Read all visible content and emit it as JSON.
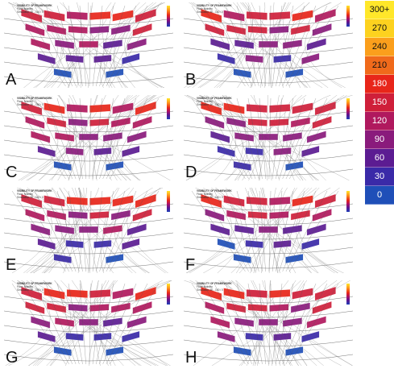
{
  "panels": [
    {
      "letter": "A",
      "header_title": "VISIBILITY OF FRAMEWORK",
      "header_sub1": "Floor: Mobility",
      "header_sub2": "Simulation: 50 - 100 / 0"
    },
    {
      "letter": "B",
      "header_title": "VISIBILITY OF FRAMEWORK",
      "header_sub1": "Floor: Mobility",
      "header_sub2": "Simulation: 50 - 100 / 0"
    },
    {
      "letter": "C",
      "header_title": "VISIBILITY OF FRAMEWORK",
      "header_sub1": "Floor: Mobility",
      "header_sub2": "Simulation: 50 - 100 / 0"
    },
    {
      "letter": "D",
      "header_title": "VISIBILITY OF FRAMEWORK",
      "header_sub1": "Floor: Mobility",
      "header_sub2": "Simulation: 50 - 100 / 0"
    },
    {
      "letter": "E",
      "header_title": "VISIBILITY OF FRAMEWORK",
      "header_sub1": "Floor: Mobility",
      "header_sub2": "Simulation: 50 - 100 / 0"
    },
    {
      "letter": "F",
      "header_title": "VISIBILITY OF FRAMEWORK",
      "header_sub1": "Floor: Mobility",
      "header_sub2": "Simulation: 50 - 100 / 0"
    },
    {
      "letter": "G",
      "header_title": "VISIBILITY OF FRAMEWORK",
      "header_sub1": "Floor: Mobility",
      "header_sub2": "Simulation: 50 - 100 / 0"
    },
    {
      "letter": "H",
      "header_title": "VISIBILITY OF FRAMEWORK",
      "header_sub1": "Floor: Mobility",
      "header_sub2": "Simulation: 50 - 100 / 0"
    }
  ],
  "legend": [
    {
      "label": "300+",
      "color": "#ffe72a",
      "text_color": "#111111"
    },
    {
      "label": "270",
      "color": "#fdd21f",
      "text_color": "#111111"
    },
    {
      "label": "240",
      "color": "#fb9f1c",
      "text_color": "#111111"
    },
    {
      "label": "210",
      "color": "#f06a1b",
      "text_color": "#111111"
    },
    {
      "label": "180",
      "color": "#e8261a",
      "text_color": "#ffffff"
    },
    {
      "label": "150",
      "color": "#cf1f3a",
      "text_color": "#ffffff"
    },
    {
      "label": "120",
      "color": "#b0195e",
      "text_color": "#ffffff"
    },
    {
      "label": "90",
      "color": "#8a1b7c",
      "text_color": "#ffffff"
    },
    {
      "label": "60",
      "color": "#5c1c92",
      "text_color": "#ffffff"
    },
    {
      "label": "30",
      "color": "#3a2aa8",
      "text_color": "#ffffff"
    },
    {
      "label": "0",
      "color": "#1f4fb8",
      "text_color": "#ffffff"
    }
  ]
}
